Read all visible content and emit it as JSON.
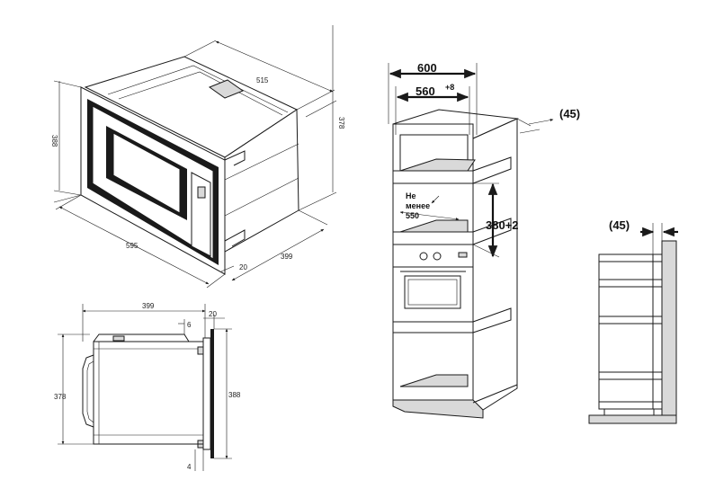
{
  "microwave_front_view": {
    "dim_height_front": "388",
    "dim_height_back": "378",
    "dim_width": "595",
    "dim_depth": "399",
    "dim_top_depth": "515",
    "dim_frame": "20"
  },
  "microwave_side_view": {
    "dim_depth": "399",
    "dim_frame": "20",
    "dim_gap": "6",
    "dim_height_body": "378",
    "dim_height_front": "388",
    "dim_bottom": "4"
  },
  "cabinet_view": {
    "dim_outer_width": "600",
    "dim_inner_width": "560",
    "dim_inner_width_tol": "+8",
    "dim_back_gap": "(45)",
    "dim_niche_height": "380+2",
    "note_min_line1": "Не",
    "note_min_line2": "менее",
    "note_min_line3": "550"
  },
  "cabinet_side_view": {
    "dim_back_gap": "(45)"
  }
}
